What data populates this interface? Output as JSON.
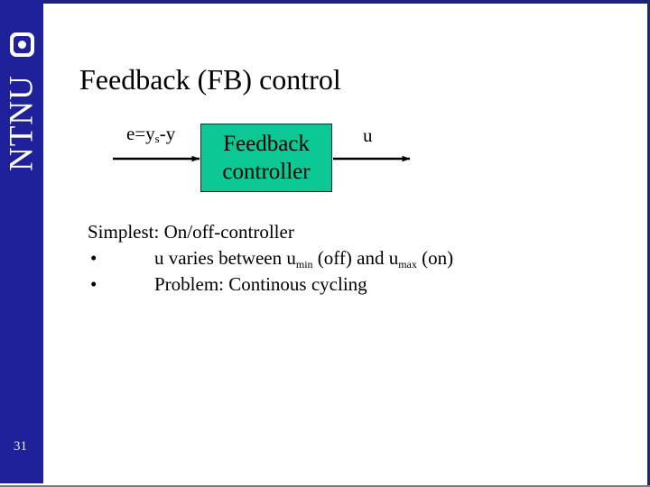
{
  "slide": {
    "title": "Feedback (FB) control",
    "page_number": "31",
    "background_color": "#ffffff"
  },
  "sidebar": {
    "brand": "NTNU",
    "background_color": "#1f219a",
    "logo_name": "ntnu-logo-icon"
  },
  "diagram": {
    "input_label": {
      "prefix": "e=y",
      "subscript": "s",
      "suffix": "-y"
    },
    "block": {
      "line1": "Feedback",
      "line2": "controller",
      "fill_color": "#0bc894",
      "border_color": "#1b2a2a"
    },
    "output_label": "u",
    "input_arrow_name": "input-arrow",
    "output_arrow_name": "output-arrow"
  },
  "body": {
    "lead": "Simplest: On/off-controller",
    "bullet_char": "•",
    "bullets": [
      {
        "part1": "u varies between u",
        "sub1": "min",
        "part2": " (off) and u",
        "sub2": "max",
        "part3": " (on)"
      },
      {
        "part1": "Problem: Continous cycling",
        "sub1": "",
        "part2": "",
        "sub2": "",
        "part3": ""
      }
    ]
  }
}
